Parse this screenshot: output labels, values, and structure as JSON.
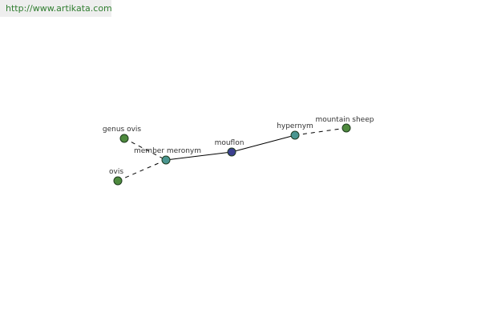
{
  "banner": {
    "url_text": "http://www.artikata.com"
  },
  "colors": {
    "focus_node": "#3b3f8f",
    "relation_node": "#4a9690",
    "term_node": "#4e8a3e",
    "banner_text": "#2f7d2f"
  },
  "graph": {
    "nodes": [
      {
        "id": "genus-ovis",
        "label": "genus ovis",
        "kind": "term"
      },
      {
        "id": "ovis",
        "label": "ovis",
        "kind": "term"
      },
      {
        "id": "member-meronym",
        "label": "member meronym",
        "kind": "relation"
      },
      {
        "id": "mouflon",
        "label": "mouflon",
        "kind": "focus"
      },
      {
        "id": "hypernym",
        "label": "hypernym",
        "kind": "relation"
      },
      {
        "id": "mountain-sheep",
        "label": "mountain sheep",
        "kind": "term"
      }
    ],
    "edges": [
      {
        "from": "genus-ovis",
        "to": "member-meronym",
        "style": "dashed"
      },
      {
        "from": "ovis",
        "to": "member-meronym",
        "style": "dashed"
      },
      {
        "from": "member-meronym",
        "to": "mouflon",
        "style": "solid"
      },
      {
        "from": "mouflon",
        "to": "hypernym",
        "style": "solid"
      },
      {
        "from": "hypernym",
        "to": "mountain-sheep",
        "style": "dashed"
      }
    ]
  }
}
